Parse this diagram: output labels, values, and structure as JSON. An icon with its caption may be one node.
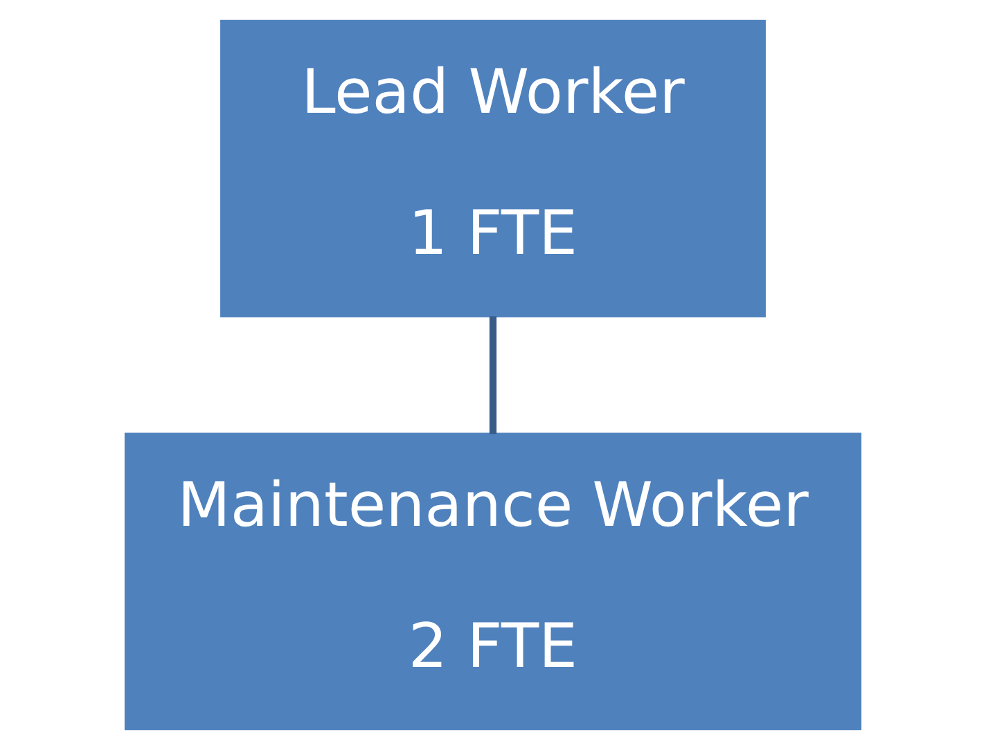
{
  "diagram": {
    "nodes": [
      {
        "text": [
          "Lead Worker",
          "1 FTE"
        ]
      },
      {
        "text": [
          "Maintenance Worker",
          "2 FTE"
        ]
      }
    ],
    "edges": [
      {
        "from": 0,
        "to": 1,
        "arrow": "none"
      }
    ]
  }
}
